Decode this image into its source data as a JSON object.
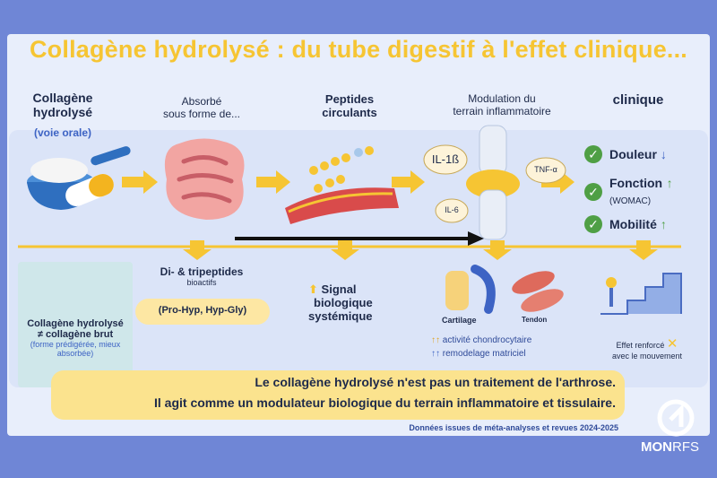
{
  "title": "Collagène hydrolysé : du tube digestif à l'effet clinique...",
  "steps": {
    "s1_line1": "Collagène",
    "s1_line2": "hydrolysé",
    "s1_sub": "(voie orale)",
    "s2_line1": "Absorbé",
    "s2_line2": "sous forme de...",
    "s3_line1": "Peptides",
    "s3_line2": "circulants",
    "s4_line1": "Modulation du",
    "s4_line2": "terrain inflammatoire",
    "s5": "clinique"
  },
  "labels": {
    "il1b": "IL-1ß",
    "tnfa": "TNF-α",
    "il6": "IL-6",
    "douleur": "Douleur",
    "fonction": "Fonction",
    "womac": "(WOMAC)",
    "mobilite": "Mobilité"
  },
  "lower": {
    "brut1": "Collagène hydrolysé",
    "brut2": "≠ collagène brut",
    "brut3": "(forme prédigérée, mieux",
    "brut4": "absorbée)",
    "dipep1": "Di- & tripeptides",
    "dipep2": "bioactifs",
    "pill": "(Pro-Hyp, Hyp-Gly)",
    "signal1": "Signal",
    "signal2": "biologique",
    "signal3": "systémique",
    "cartilage": "Cartilage",
    "tendon": "Tendon",
    "act1": "activité chondrocytaire",
    "act2": "remodelage matriciel",
    "effet1": "Effet renforcé",
    "effet2": "avec le mouvement"
  },
  "banner": {
    "line1": "Le collagène hydrolysé n'est pas un traitement de l'arthrose.",
    "line2": "Il agit comme un modulateur biologique du terrain inflammatoire et tissulaire."
  },
  "footnote": "Données issues de méta-analyses et revues 2024-2025",
  "logo": {
    "mon": "MON",
    "rfs": "RFS"
  },
  "colors": {
    "bg": "#6f86d6",
    "gold": "#f6c533",
    "green": "#4f9f45",
    "navy": "#1e2a4a"
  }
}
